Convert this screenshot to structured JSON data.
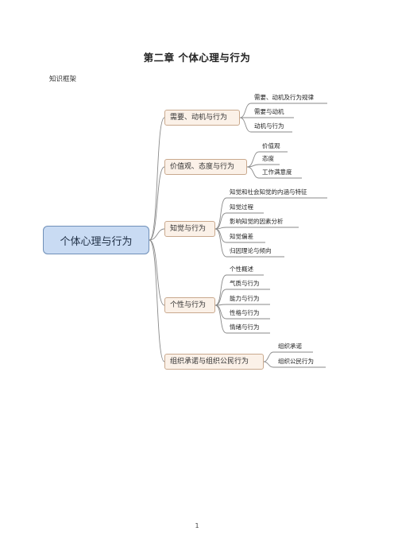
{
  "title": "第二章 个体心理与行为",
  "section_label": "知识框架",
  "root": "个体心理与行为",
  "branches": [
    {
      "label": "需要、动机与行为",
      "leaves": [
        "需要、动机及行为规律",
        "需要与动机",
        "动机与行为"
      ]
    },
    {
      "label": "价值观、态度与行为",
      "leaves": [
        "价值观",
        "态度",
        "工作满意度"
      ]
    },
    {
      "label": "知觉与行为",
      "leaves": [
        "知觉和社会知觉的内涵与特征",
        "知觉过程",
        "影响知觉的因素分析",
        "知觉偏差",
        "归因理论与倾向"
      ]
    },
    {
      "label": "个性与行为",
      "leaves": [
        "个性概述",
        "气质与行为",
        "能力与行为",
        "性格与行为",
        "情绪与行为"
      ]
    },
    {
      "label": "组织承诺与组织公民行为",
      "leaves": [
        "组织承诺",
        "组织公民行为"
      ]
    }
  ],
  "page_number": "1"
}
